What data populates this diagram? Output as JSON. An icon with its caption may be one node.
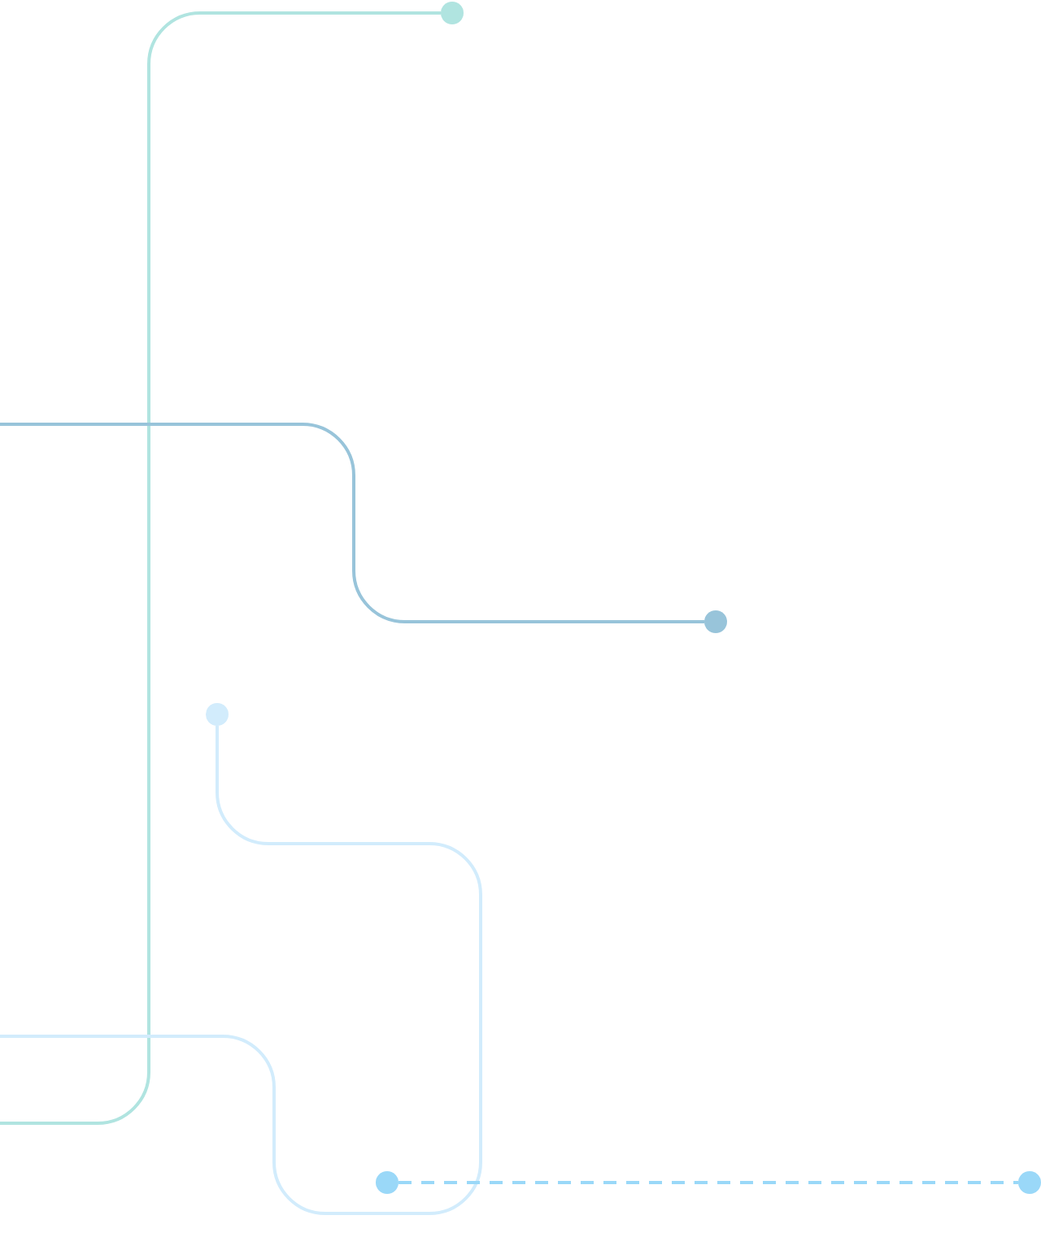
{
  "diagram": {
    "nodes": [
      {
        "text": [],
        "shape": "circle"
      },
      {
        "text": [],
        "shape": "circle"
      },
      {
        "text": [],
        "shape": "circle"
      },
      {
        "text": [],
        "shape": "circle"
      },
      {
        "text": [],
        "shape": "circle"
      }
    ],
    "edges": [
      {
        "from": null,
        "to": 0,
        "arrow": "none",
        "color": "#b0e4e0"
      },
      {
        "from": null,
        "to": 1,
        "arrow": "none",
        "color": "#98c4da"
      },
      {
        "from": 2,
        "to": null,
        "arrow": "none",
        "color": "#d2ecfc"
      },
      {
        "from": 3,
        "to": 4,
        "arrow": "none",
        "style": "dashed",
        "color": "#9ad8f8"
      }
    ]
  }
}
